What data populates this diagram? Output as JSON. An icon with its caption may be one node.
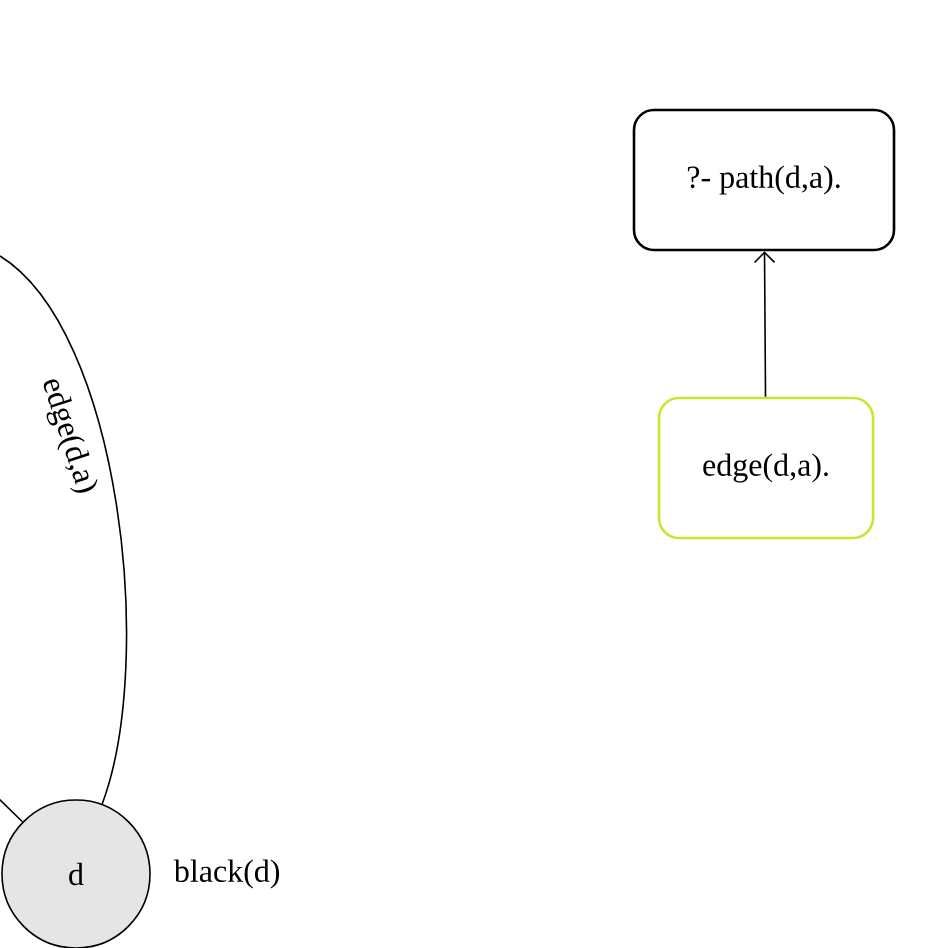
{
  "diagram": {
    "nodes": [
      {
        "text": [
          "d"
        ],
        "beside": [
          "black(d)"
        ]
      },
      {
        "text": [
          "?- path(d,a)."
        ]
      },
      {
        "text": [
          "edge(d,a)."
        ]
      }
    ],
    "edges": [
      {
        "from": 0,
        "to": null,
        "arrow": "none",
        "label": "edge(d,a)"
      },
      {
        "from": null,
        "to": 0,
        "arrow": "none"
      },
      {
        "from": 2,
        "to": 1,
        "arrow": "to",
        "color": "#000000"
      }
    ]
  }
}
